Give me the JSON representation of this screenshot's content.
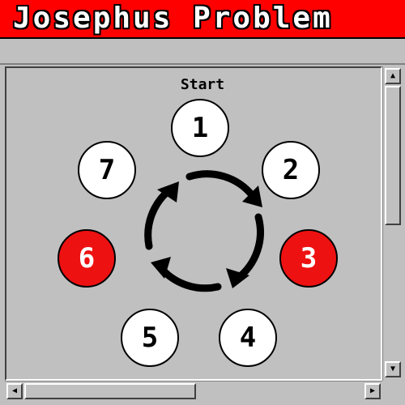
{
  "window": {
    "title": "Josephus Problem"
  },
  "diagram": {
    "start_label": "Start",
    "nodes": [
      {
        "label": "1",
        "eliminated": false
      },
      {
        "label": "2",
        "eliminated": false
      },
      {
        "label": "3",
        "eliminated": true
      },
      {
        "label": "4",
        "eliminated": false
      },
      {
        "label": "5",
        "eliminated": false
      },
      {
        "label": "6",
        "eliminated": true
      },
      {
        "label": "7",
        "eliminated": false
      }
    ],
    "eliminated_color": "#ee1111",
    "direction": "clockwise"
  },
  "scrollbars": {
    "up_arrow": "▲",
    "down_arrow": "▼",
    "left_arrow": "◀",
    "right_arrow": "▶"
  }
}
